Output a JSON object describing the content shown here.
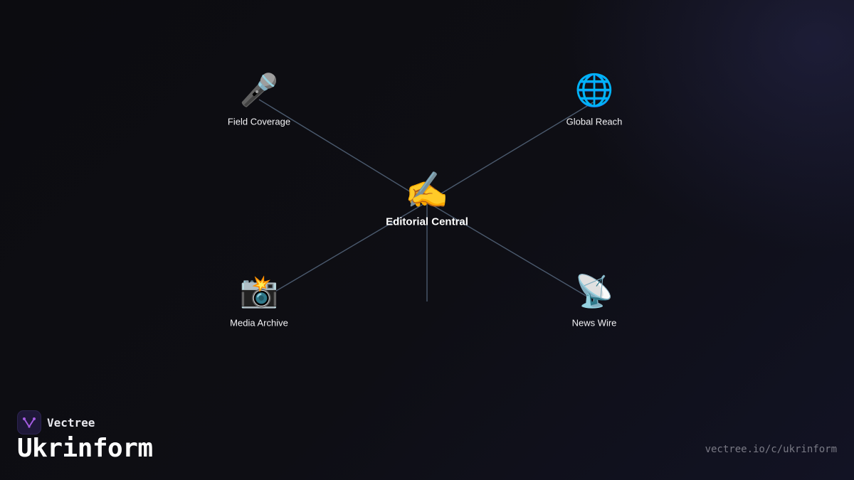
{
  "diagram": {
    "center": {
      "label": "Editorial Central",
      "icon": "writing-hand-icon",
      "glyph": "✍️"
    },
    "nodes": [
      {
        "id": "field-coverage",
        "label": "Field Coverage",
        "icon": "microphone-icon",
        "glyph": "🎤"
      },
      {
        "id": "global-reach",
        "label": "Global Reach",
        "icon": "globe-icon",
        "glyph": "🌐"
      },
      {
        "id": "media-archive",
        "label": "Media Archive",
        "icon": "camera-flash-icon",
        "glyph": "📸"
      },
      {
        "id": "news-wire",
        "label": "News Wire",
        "icon": "satellite-dish-icon",
        "glyph": "📡"
      }
    ],
    "edge_color": "#4b5a6e"
  },
  "branding": {
    "name": "Vectree",
    "title": "Ukrinform",
    "url": "vectree.io/c/ukrinform",
    "logo_color": "#a35be0"
  }
}
